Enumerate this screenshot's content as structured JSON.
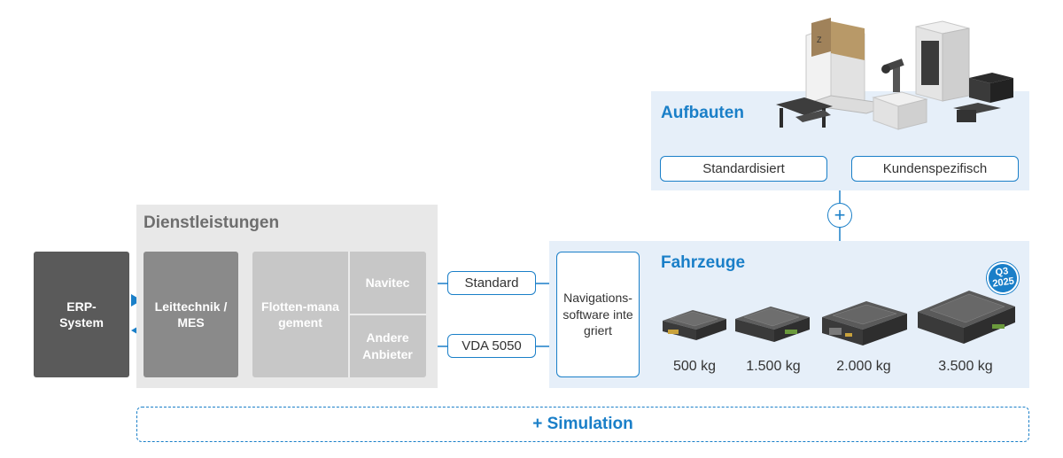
{
  "aufbauten": {
    "title": "Aufbauten",
    "options": [
      "Standardisiert",
      "Kundenspezifisch"
    ]
  },
  "fahrzeuge": {
    "title": "Fahrzeuge",
    "badge": [
      "Q3",
      "2025"
    ],
    "vehicles": [
      "500 kg",
      "1.500 kg",
      "2.000 kg",
      "3.500 kg"
    ]
  },
  "dienstleistungen": {
    "title": "Dienstleistungen",
    "leittechnik": "Leittechnik / MES",
    "flottenmanagement": "Flotten-management",
    "navitec": "Navitec",
    "andere": "Andere Anbieter"
  },
  "erp": "ERP-System",
  "interfaces": {
    "standard": "Standard",
    "vda": "VDA 5050"
  },
  "navigation": "Navigations-software integriert",
  "plus_symbol": "+",
  "simulation": "+ Simulation",
  "colors": {
    "accent": "#1a7fc8",
    "panel_blue": "#e6eff9",
    "panel_grey": "#e8e8e8",
    "erp": "#5a5a5a",
    "leit": "#8a8a8a",
    "flotte": "#c7c7c7"
  }
}
